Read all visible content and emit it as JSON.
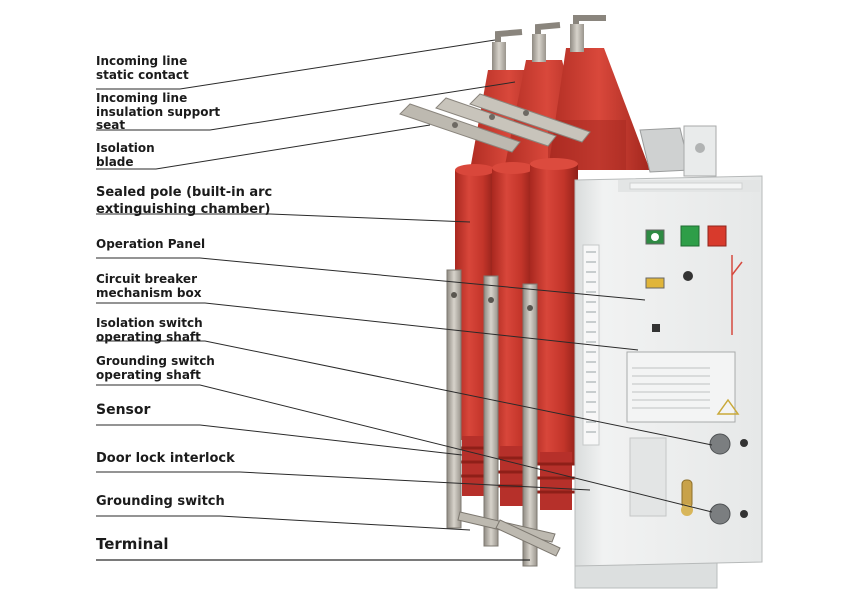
{
  "labels": [
    {
      "id": "incoming-static-contact",
      "lines": [
        "Incoming line",
        "static contact"
      ]
    },
    {
      "id": "incoming-insulation-support",
      "lines": [
        "Incoming line",
        "insulation support",
        "seat"
      ]
    },
    {
      "id": "isolation-blade",
      "lines": [
        "Isolation",
        "blade"
      ]
    },
    {
      "id": "sealed-pole",
      "lines": [
        "Sealed pole (built-in arc",
        "extinguishing chamber)"
      ]
    },
    {
      "id": "operation-panel",
      "lines": [
        "Operation Panel"
      ]
    },
    {
      "id": "breaker-mechanism-box",
      "lines": [
        "Circuit breaker",
        "mechanism box"
      ]
    },
    {
      "id": "isolation-switch-shaft",
      "lines": [
        "Isolation switch",
        "operating shaft"
      ]
    },
    {
      "id": "grounding-switch-shaft",
      "lines": [
        "Grounding switch",
        "operating shaft"
      ]
    },
    {
      "id": "sensor",
      "lines": [
        "Sensor"
      ]
    },
    {
      "id": "door-lock-interlock",
      "lines": [
        "Door lock interlock"
      ]
    },
    {
      "id": "grounding-switch",
      "lines": [
        "Grounding switch"
      ]
    },
    {
      "id": "terminal",
      "lines": [
        "Terminal"
      ]
    }
  ],
  "colors": {
    "insulator_red": "#c8362b",
    "insulator_dark": "#9e241c",
    "panel_white": "#eceeee",
    "metal": "#b9b5ad",
    "green_button": "#2e9e48",
    "red_button": "#d83a2c",
    "leader_line": "#2a2a2a"
  }
}
